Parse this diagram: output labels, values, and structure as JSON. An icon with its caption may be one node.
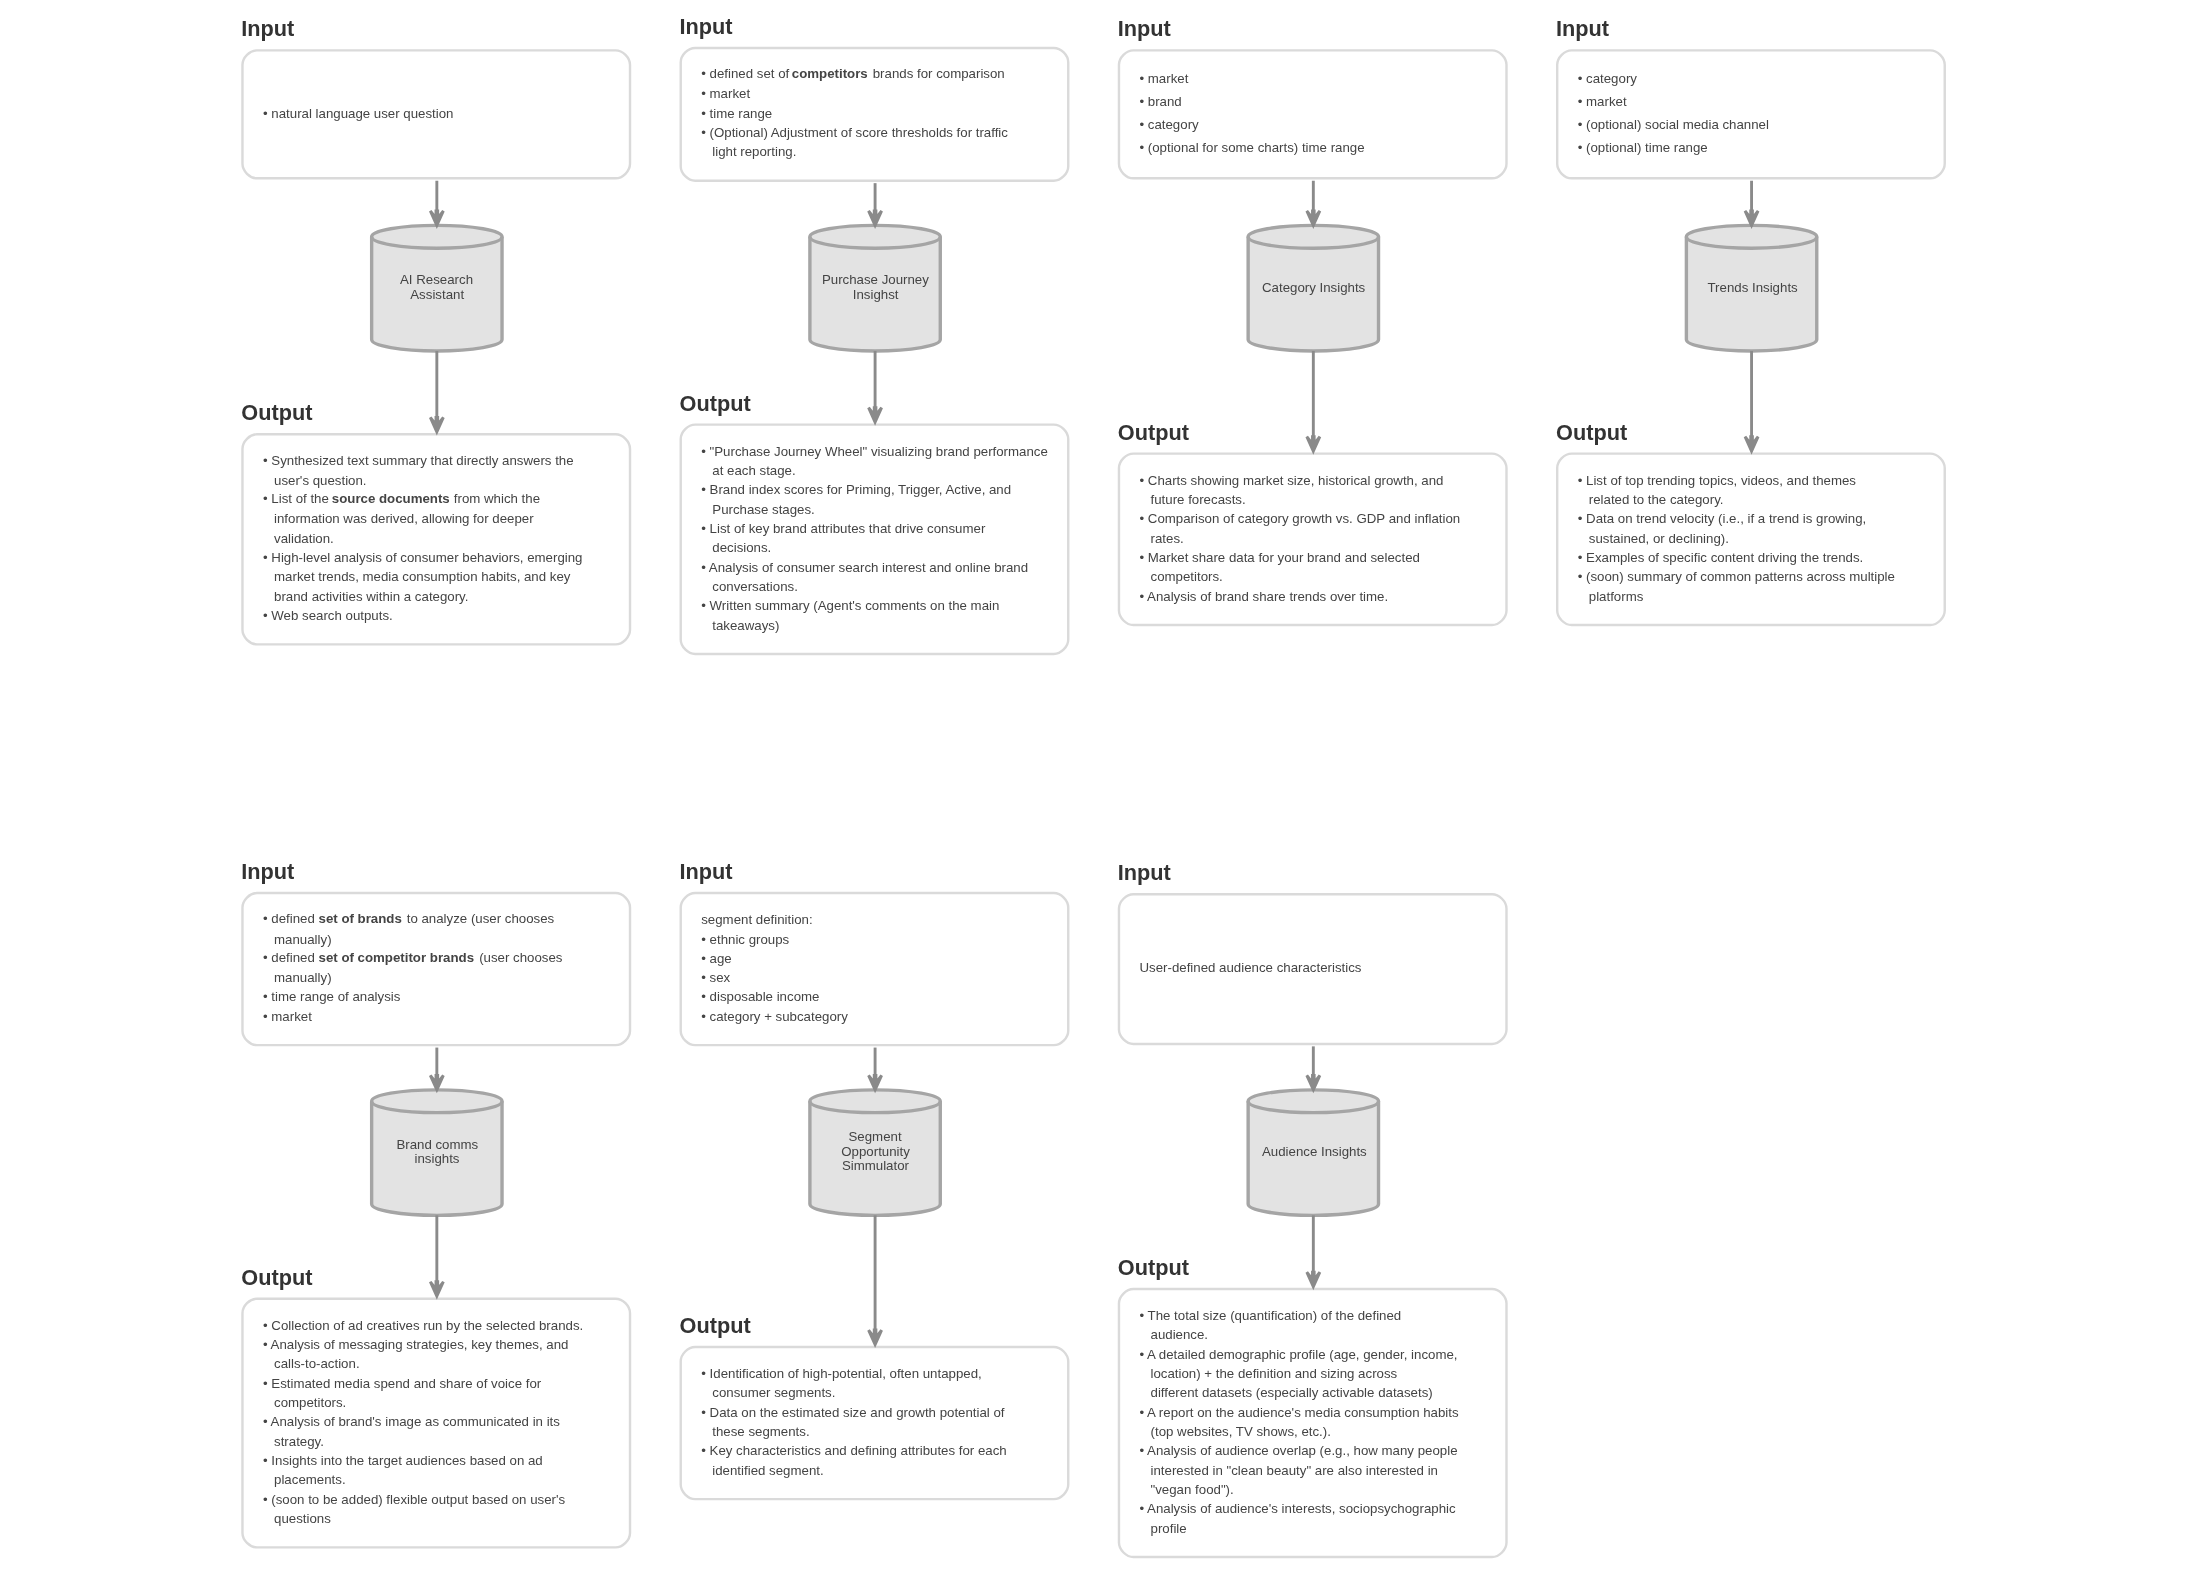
{
  "diagram": {
    "nodes": [
      {
        "text": [
          "Input",
          "• natural language user question"
        ]
      },
      {
        "text": [
          "AI Research Assistant"
        ]
      },
      {
        "text": [
          "Output",
          "• Synthesized text summary that directly answers the user's question.",
          "• List of the **source documents** from which the information was derived, allowing for deeper validation.",
          "• High-level analysis of consumer behaviors, emerging market trends, media consumption habits, and key brand activities within a category.",
          "• Web search outputs."
        ]
      },
      {
        "text": [
          "Input",
          "• defined set of **competitors** brands for comparison",
          "• market",
          "• time range",
          "• (Optional) Adjustment of score thresholds for traffic light reporting."
        ]
      },
      {
        "text": [
          "Purchase Journey Insighst"
        ]
      },
      {
        "text": [
          "Output",
          "• \"Purchase Journey Wheel\" visualizing brand performance at each stage.",
          "• Brand index scores for Priming, Trigger, Active, and Purchase stages.",
          "• List of key brand attributes that drive consumer decisions.",
          "• Analysis of consumer search interest and online brand conversations.",
          "• Written summary (Agent's comments on the main takeaways)"
        ]
      },
      {
        "text": [
          "Input",
          "• market",
          "• brand",
          "• category",
          "• (optional for some charts) time range"
        ]
      },
      {
        "text": [
          "Category Insights"
        ]
      },
      {
        "text": [
          "Output",
          "• Charts showing market size, historical growth, and future forecasts.",
          "• Comparison of category growth vs. GDP and inflation rates.",
          "• Market share data for your brand and selected competitors.",
          "• Analysis of brand share trends over time."
        ]
      },
      {
        "text": [
          "Input",
          "• category",
          "• market",
          "• (optional) social media channel",
          "• (optional) time range"
        ]
      },
      {
        "text": [
          "Trends Insights"
        ]
      },
      {
        "text": [
          "Output",
          "• List of top trending topics, videos, and themes related to the category.",
          "• Data on trend velocity (i.e., if a trend is growing, sustained, or declining).",
          "• Examples of specific content driving the trends.",
          "• (soon) summary of common patterns across multiple platforms"
        ]
      },
      {
        "text": [
          "Input",
          "• defined **set of brands** to analyze (user chooses manually)",
          "• defined **set of competitor brands** (user chooses manually)",
          "• time range of analysis",
          "• market"
        ]
      },
      {
        "text": [
          "Brand comms insights"
        ]
      },
      {
        "text": [
          "Output",
          "• Collection of ad creatives run by the selected brands.",
          "• Analysis of messaging strategies, key themes, and calls-to-action.",
          "• Estimated media spend and share of voice for competitors.",
          "• Analysis of brand's image as communicated in its strategy.",
          "• Insights into the target audiences based on ad placements.",
          "• (soon to be added) flexible output based on user's questions"
        ]
      },
      {
        "text": [
          "Input",
          "segment definition:",
          "• ethnic groups",
          "• age",
          "• sex",
          "• disposable income",
          "• category + subcategory"
        ]
      },
      {
        "text": [
          "Segment Opportunity Simmulator"
        ]
      },
      {
        "text": [
          "Output",
          "• Identification of high-potential, often untapped, consumer segments.",
          "• Data on the estimated size and growth potential of these segments.",
          "• Key characteristics and defining attributes for each identified segment."
        ]
      },
      {
        "text": [
          "Input",
          "User-defined audience characteristics"
        ]
      },
      {
        "text": [
          "Audience Insights"
        ]
      },
      {
        "text": [
          "Output",
          "• The total size (quantification) of the defined audience.",
          "• A detailed demographic profile (age, gender, income, location) + the definition and sizing across different datasets (especially activable datasets)",
          "• A report on the audience's media consumption habits (top websites, TV shows, etc.).",
          "• Analysis of audience overlap (e.g., how many people interested in \"clean beauty\" are also interested in \"vegan food\").",
          "• Analysis of audience's interests, sociopsychographic profile"
        ]
      }
    ],
    "edges": [
      {
        "from": 0,
        "to": 1,
        "arrow": "to"
      },
      {
        "from": 1,
        "to": 2,
        "arrow": "to"
      },
      {
        "from": 3,
        "to": 4,
        "arrow": "to"
      },
      {
        "from": 4,
        "to": 5,
        "arrow": "to"
      },
      {
        "from": 6,
        "to": 7,
        "arrow": "to"
      },
      {
        "from": 7,
        "to": 8,
        "arrow": "to"
      },
      {
        "from": 9,
        "to": 10,
        "arrow": "to"
      },
      {
        "from": 10,
        "to": 11,
        "arrow": "to"
      },
      {
        "from": 12,
        "to": 13,
        "arrow": "to"
      },
      {
        "from": 13,
        "to": 14,
        "arrow": "to"
      },
      {
        "from": 15,
        "to": 16,
        "arrow": "to"
      },
      {
        "from": 16,
        "to": 17,
        "arrow": "to"
      },
      {
        "from": 18,
        "to": 19,
        "arrow": "to"
      },
      {
        "from": 19,
        "to": 20,
        "arrow": "to"
      }
    ]
  }
}
